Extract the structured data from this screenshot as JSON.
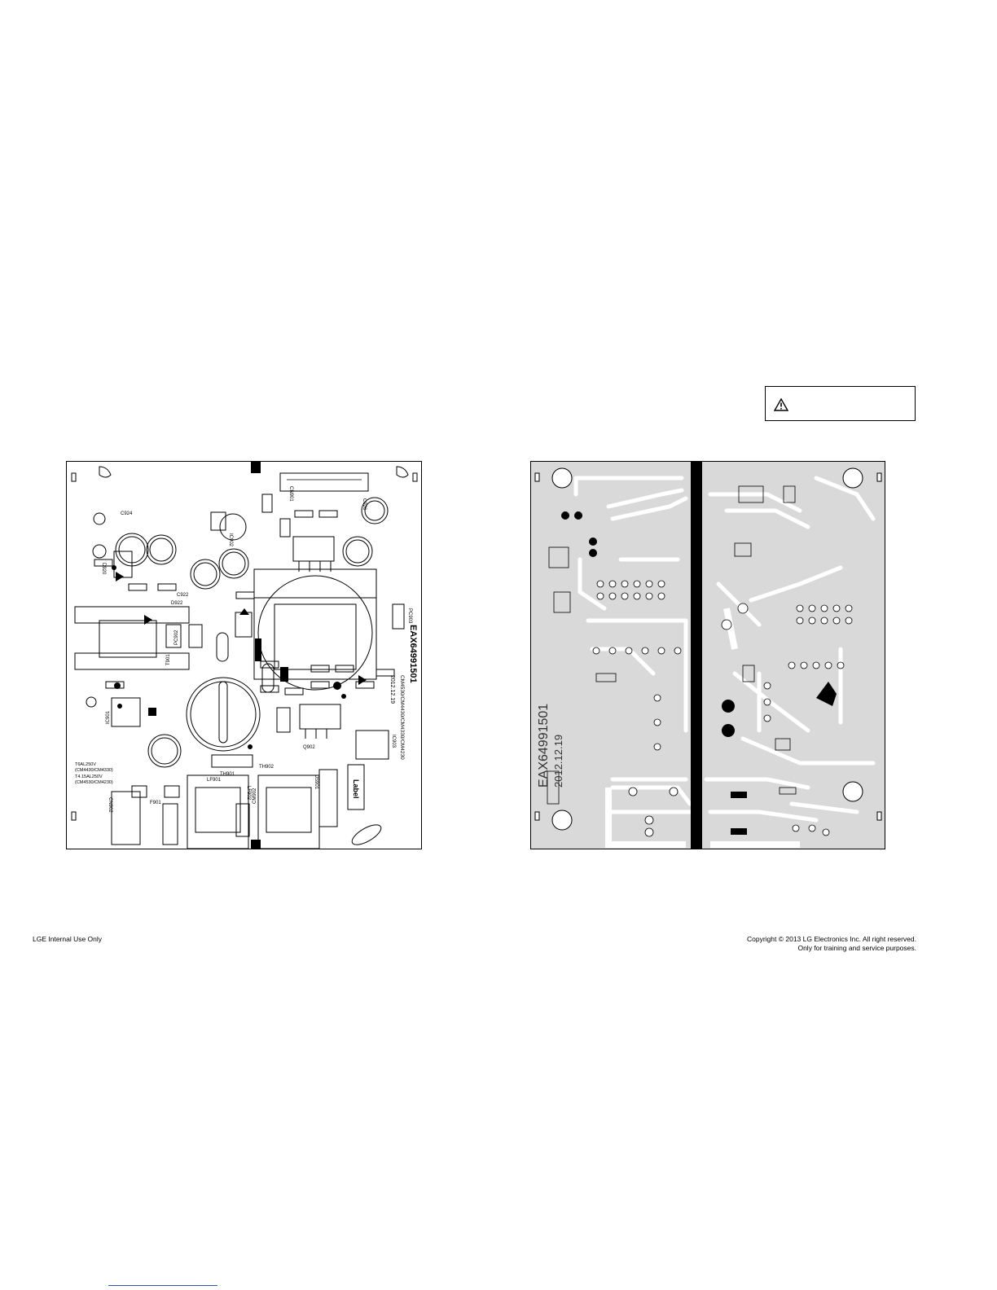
{
  "warning_box": {
    "icon": "warning-triangle-icon"
  },
  "left_board": {
    "part_number": "EAX64991501",
    "models": "CM4530/CM4430/CM4330/CM4230",
    "date": "2012.12.19",
    "ref_labels": [
      "CN901",
      "C924",
      "C922",
      "D920",
      "D922",
      "T901",
      "PC902",
      "PC903",
      "IC901",
      "IC902",
      "IC903",
      "Q902",
      "C926",
      "F901",
      "LF901",
      "LF902",
      "CN902",
      "TH901",
      "TH902",
      "CM902",
      "JS901"
    ],
    "fuse_note_1": "T6AL250V",
    "fuse_note_1_models": "(CM4430/CM4330)",
    "fuse_note_2": "T4.15AL250V",
    "fuse_note_2_models": "(CM4530/CM4230)",
    "label_text": "Label"
  },
  "right_board": {
    "part_number": "EAX64991501",
    "date": "2012.12.19"
  },
  "footer": {
    "left": "LGE Internal Use Only",
    "copyright": "Copyright © 2013 LG Electronics Inc. All right reserved.",
    "purpose": "Only for training and service purposes."
  }
}
